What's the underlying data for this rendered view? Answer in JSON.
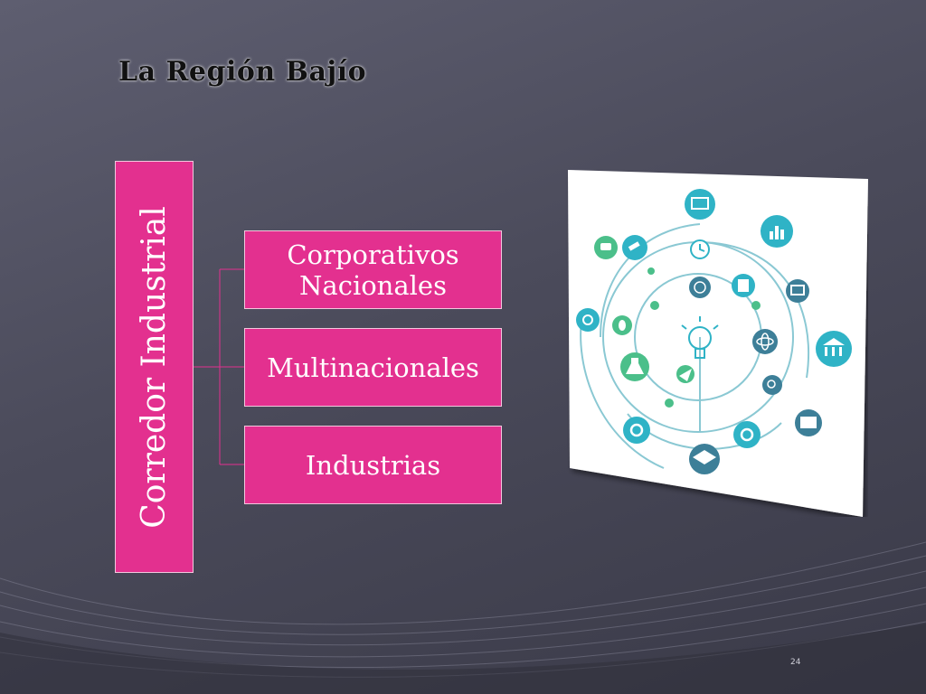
{
  "slide": {
    "title": "La Región Bajío",
    "page_number": "24"
  },
  "diagram": {
    "root_label": "Corredor Industrial",
    "children": [
      {
        "label_line1": "Corporativos",
        "label_line2": "Nacionales"
      },
      {
        "label": "Multinacionales"
      },
      {
        "label": "Industrias"
      }
    ]
  },
  "illustration": {
    "icons": [
      "monitor-icon",
      "bar-chart-icon",
      "chat-icon",
      "gavel-icon",
      "clock-icon",
      "globe-icon",
      "calculator-icon",
      "presentation-icon",
      "gears-icon",
      "leaf-icon",
      "lightbulb-icon",
      "atom-icon",
      "bank-icon",
      "flask-icon",
      "paper-plane-icon",
      "search-icon",
      "gear-icon",
      "refresh-icon",
      "book-icon",
      "graduation-cap-icon"
    ]
  },
  "colors": {
    "accent": "#e3308f",
    "node_teal": "#2fb3c6",
    "node_green": "#4bbf8a"
  }
}
